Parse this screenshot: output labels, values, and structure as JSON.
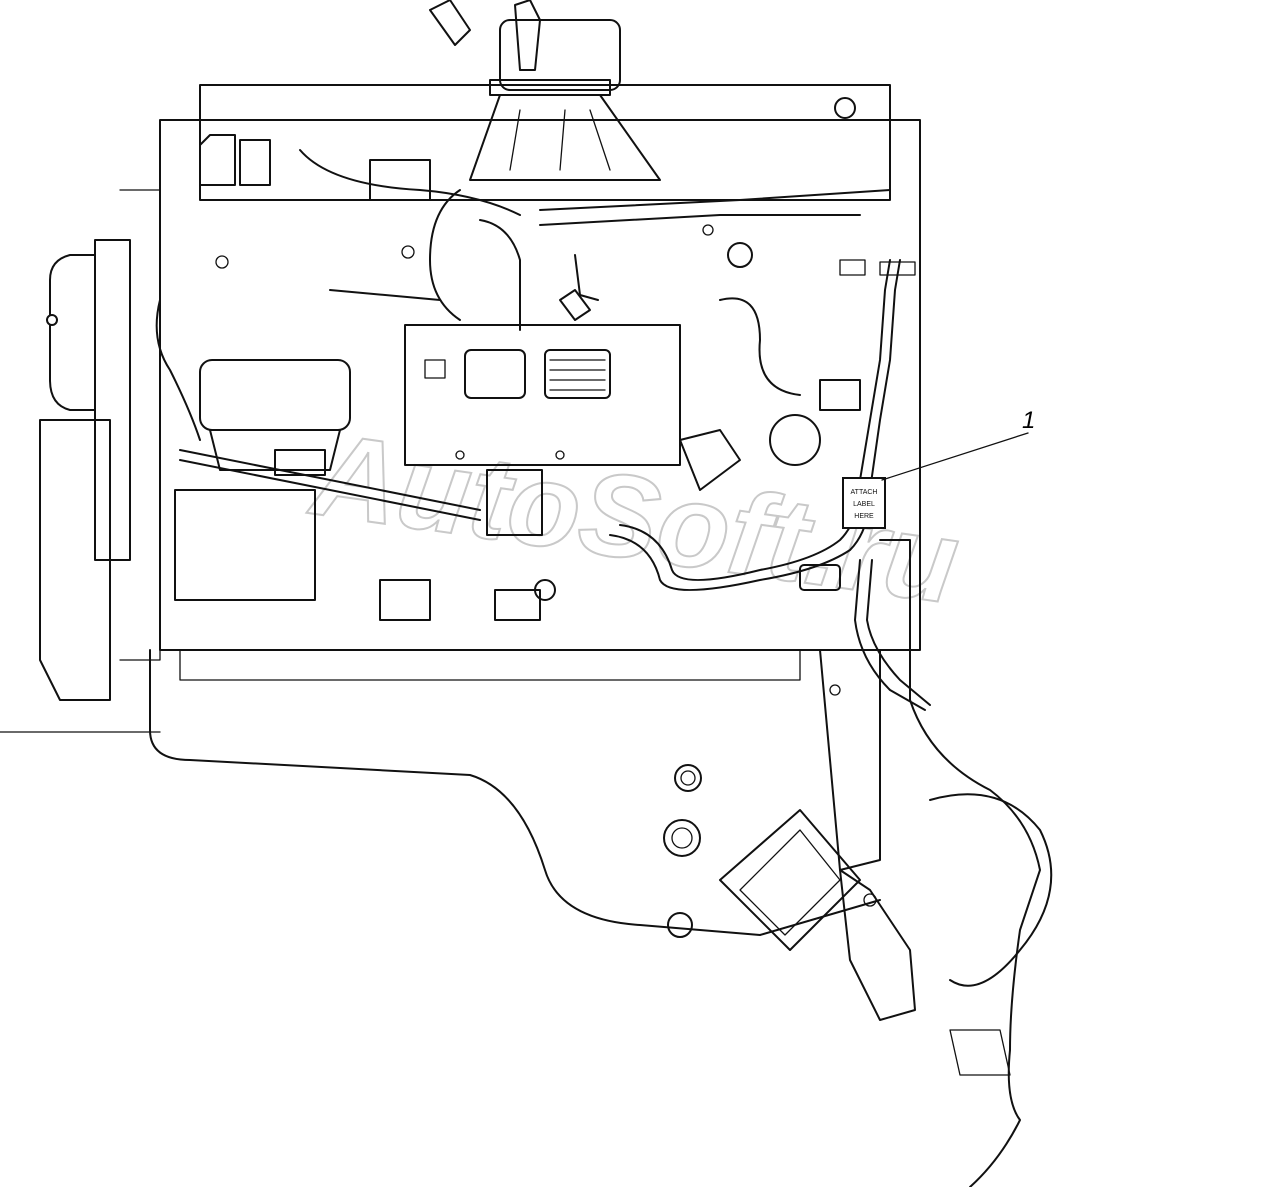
{
  "diagram": {
    "callouts": [
      {
        "label": "1",
        "target": "wiring-harness-label-tag"
      }
    ],
    "watermark": "AutoSoft.ru",
    "tag_text_lines": [
      "ATTACH",
      "LABEL",
      "HERE"
    ],
    "colors": {
      "line": "#111111",
      "background": "#ffffff",
      "watermark": "#c9c9c9"
    }
  }
}
